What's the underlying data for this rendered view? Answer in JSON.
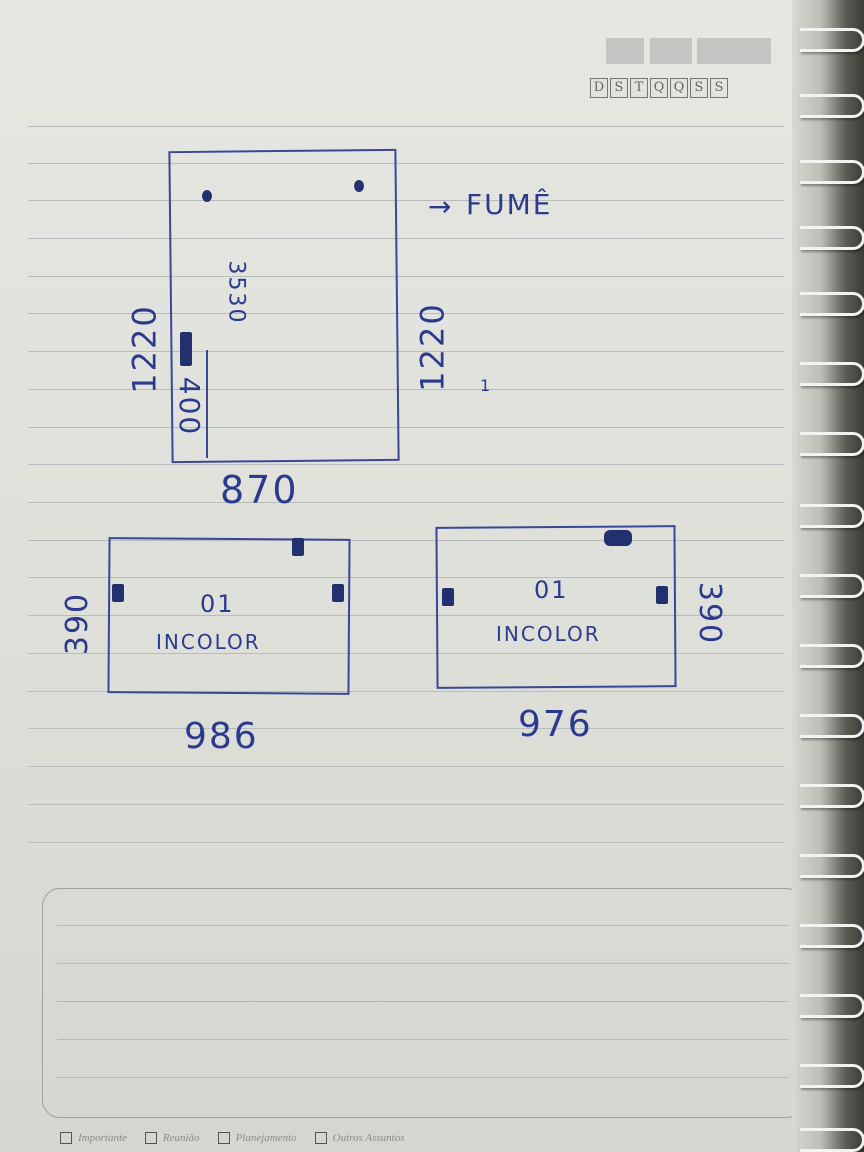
{
  "header": {
    "weekdays": [
      "D",
      "S",
      "T",
      "Q",
      "Q",
      "S",
      "S"
    ]
  },
  "sketch_top": {
    "height_left": "1220",
    "height_right": "1220",
    "inner_value": "400",
    "inner_value_2": "3530",
    "width": "870",
    "arrow_label": "FUMÊ",
    "mark": "1"
  },
  "sketch_bottom_left": {
    "qty": "01",
    "type": "INCOLOR",
    "height": "390",
    "width": "986"
  },
  "sketch_bottom_right": {
    "qty": "01",
    "type": "INCOLOR",
    "height": "390",
    "width": "976"
  },
  "footer": {
    "options": [
      "Importante",
      "Reunião",
      "Planejamento",
      "Outros Assuntos"
    ]
  },
  "colors": {
    "ink": "#2b3a8f",
    "paper": "#e2e3de",
    "rule": "#b9bcbc"
  }
}
